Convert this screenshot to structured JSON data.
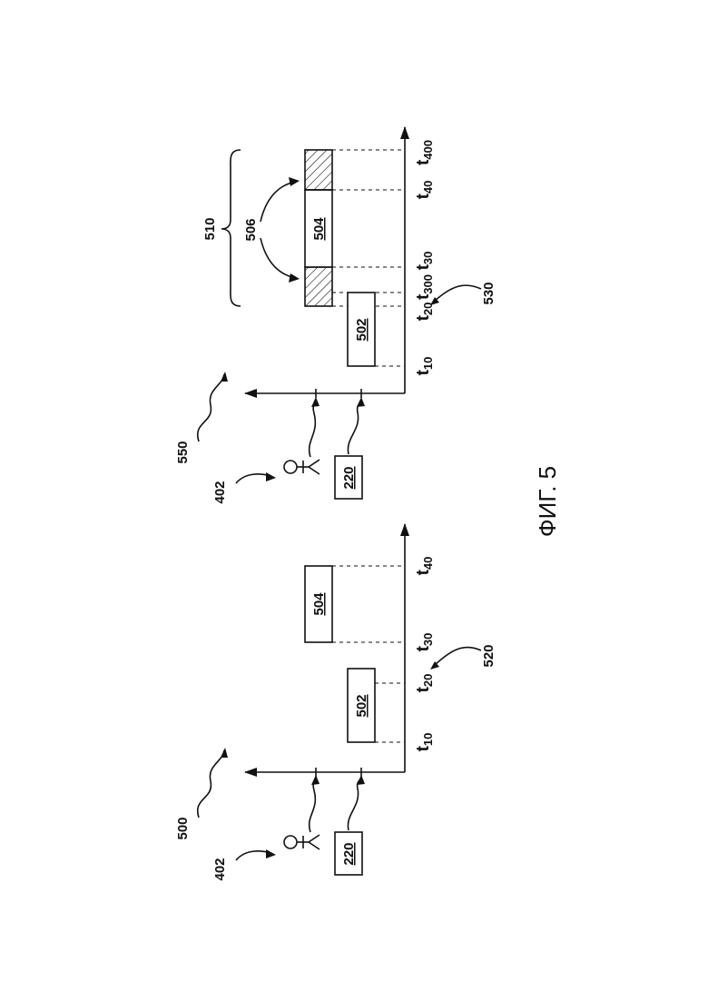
{
  "figure": {
    "caption": "ФИГ. 5"
  },
  "diagram_a": {
    "ref": "500",
    "user_ref": "402",
    "device_label": "220",
    "arrow_ref": "520",
    "blocks": [
      "502",
      "504"
    ],
    "ticks": [
      {
        "main": "t",
        "sub": "10"
      },
      {
        "main": "t",
        "sub": "20"
      },
      {
        "main": "t",
        "sub": "30"
      },
      {
        "main": "t",
        "sub": "40"
      }
    ]
  },
  "diagram_b": {
    "ref": "550",
    "user_ref": "402",
    "device_label": "220",
    "arrow_ref": "530",
    "brace_ref": "510",
    "hatch_ref": "506",
    "blocks": [
      "502",
      "504"
    ],
    "ticks": [
      {
        "main": "t",
        "sub": "10"
      },
      {
        "main": "t",
        "sub": "20"
      },
      {
        "main": "t",
        "sub": "300"
      },
      {
        "main": "t",
        "sub": "30"
      },
      {
        "main": "t",
        "sub": "40"
      },
      {
        "main": "t",
        "sub": "400"
      }
    ]
  }
}
